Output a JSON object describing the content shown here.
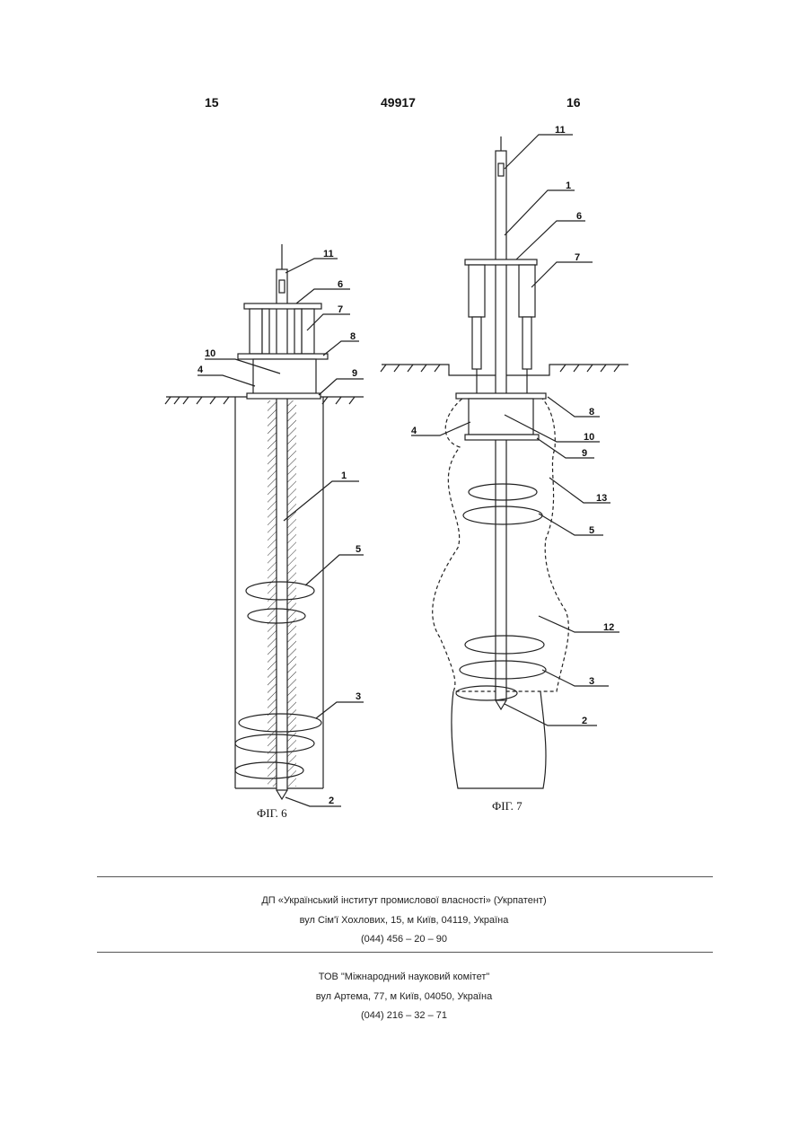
{
  "header": {
    "page_left": "15",
    "patent_number": "49917",
    "page_right": "16"
  },
  "figures": {
    "fig6": {
      "caption": "ФІГ. 6",
      "labels": [
        "11",
        "6",
        "7",
        "8",
        "10",
        "4",
        "9",
        "1",
        "5",
        "3",
        "2"
      ]
    },
    "fig7": {
      "caption": "ФІГ. 7",
      "labels": [
        "11",
        "1",
        "6",
        "7",
        "8",
        "4",
        "10",
        "9",
        "13",
        "5",
        "12",
        "3",
        "2"
      ]
    }
  },
  "footer": {
    "org1": {
      "line1": "ДП «Український інститут промислової власності» (Укрпатент)",
      "line2": "вул  Сім'ї Хохлових, 15, м  Київ, 04119, Україна",
      "line3": "(044) 456 – 20 –  90"
    },
    "org2": {
      "line1": "ТОВ \"Міжнародний науковий комітет\"",
      "line2": "вул  Артема, 77, м  Київ, 04050, Україна",
      "line3": "(044) 216 – 32 – 71"
    }
  }
}
